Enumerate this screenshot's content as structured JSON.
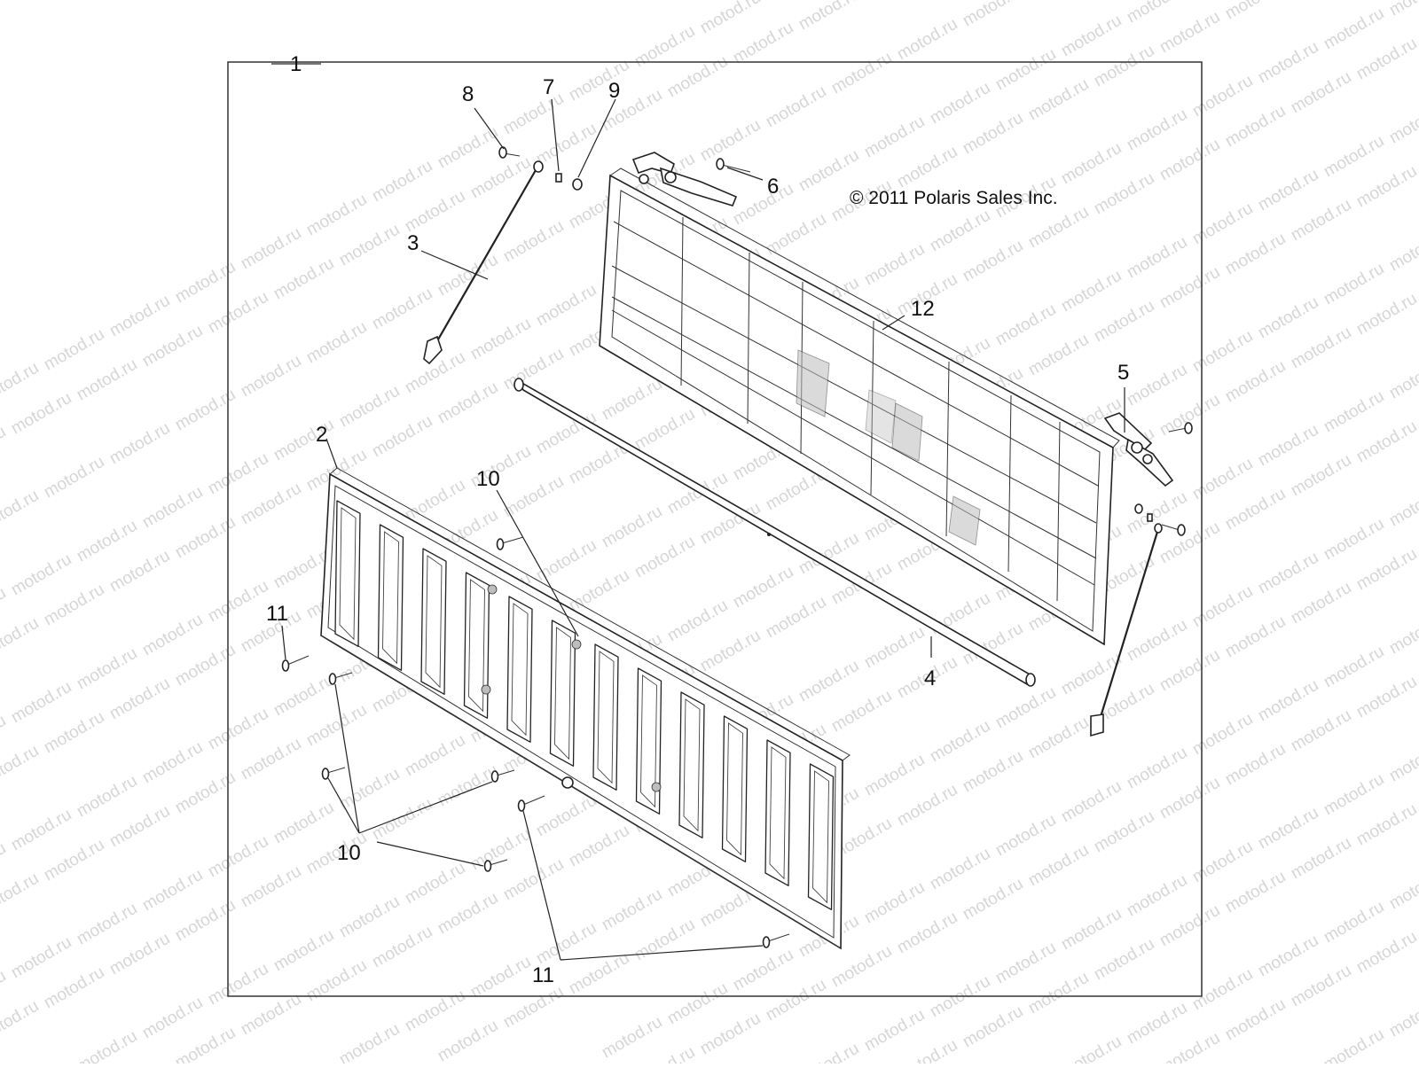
{
  "watermark": {
    "text": "motod.ru"
  },
  "copyright": "© 2011 Polaris Sales Inc.",
  "callouts": {
    "c1": "1",
    "c2": "2",
    "c3": "3",
    "c4": "4",
    "c5": "5",
    "c6": "6",
    "c7": "7",
    "c8": "8",
    "c9": "9",
    "c10a": "10",
    "c10b": "10",
    "c11a": "11",
    "c11b": "11",
    "c12": "12"
  },
  "colors": {
    "line": "#222222",
    "watermark": "#d6d6d6",
    "shade": "#bdbdbd"
  }
}
